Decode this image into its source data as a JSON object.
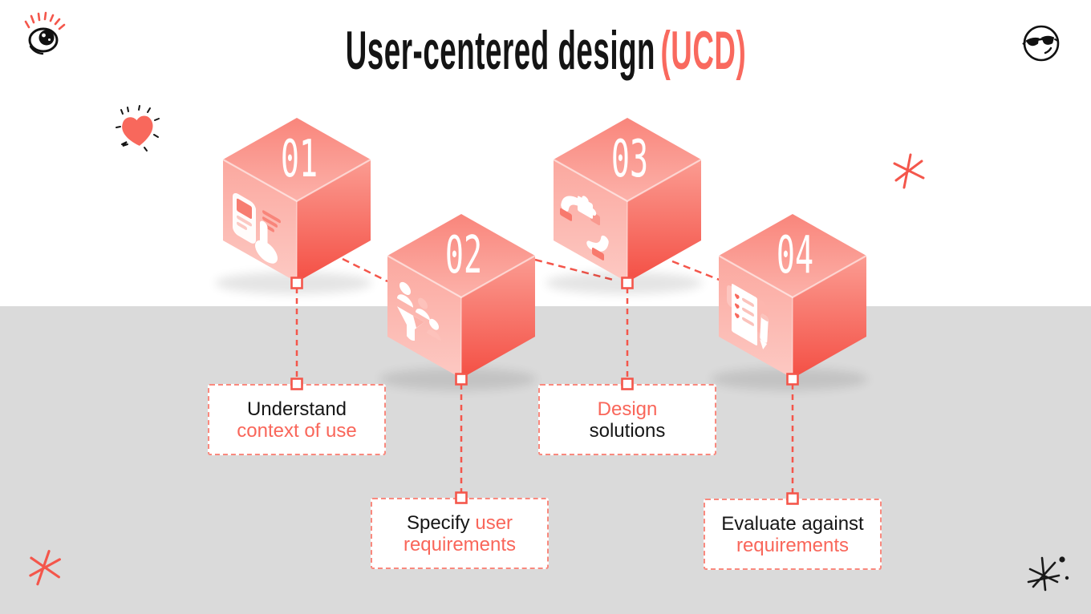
{
  "page": {
    "background": "#ffffff",
    "band_color": "#dadada"
  },
  "header": {
    "title_main": "User-centered design",
    "title_accent": "(UCD)"
  },
  "steps": [
    {
      "number": "01",
      "icon": "touchscreen-kiosk-icon",
      "label": {
        "l1_dark": "Understand",
        "l1_accent": "",
        "l2_dark": "",
        "l2_accent": "context of use"
      }
    },
    {
      "number": "02",
      "icon": "users-funnel-icon",
      "label": {
        "l1_dark": "Specify ",
        "l1_accent": "user",
        "l2_dark": "",
        "l2_accent": "requirements"
      }
    },
    {
      "number": "03",
      "icon": "hands-puzzle-icon",
      "label": {
        "l1_dark": "",
        "l1_accent": "Design",
        "l2_dark": "solutions",
        "l2_accent": ""
      }
    },
    {
      "number": "04",
      "icon": "checklist-pencil-icon",
      "label": {
        "l1_dark": "Evaluate against",
        "l1_accent": "",
        "l2_dark": "",
        "l2_accent": "requirements"
      }
    }
  ],
  "decorations": {
    "top_left": "eye-doodle-icon",
    "top_right": "sunglasses-smiley-doodle-icon",
    "upper_left": "heart-doodle-icon",
    "mid_right": "red-asterisk-doodle-icon",
    "bottom_left": "red-asterisk-doodle-icon",
    "bottom_right": "black-asterisk-doodle-icon"
  },
  "colors": {
    "accent_line": "#f4564b",
    "accent_text": "#f9665a",
    "box_border": "#f9897e",
    "cube_top": "#f9857b",
    "cube_left": "#fbb5ae",
    "cube_right_deep": "#f4544a",
    "title_dark": "#141414"
  }
}
